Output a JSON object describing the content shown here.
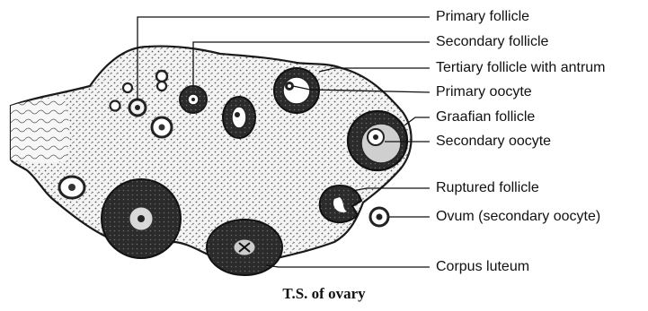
{
  "labels": {
    "primary_follicle": "Primary follicle",
    "secondary_follicle": "Secondary follicle",
    "tertiary_follicle": "Tertiary follicle with antrum",
    "primary_oocyte": "Primary oocyte",
    "graafian_follicle": "Graafian follicle",
    "secondary_oocyte": "Secondary oocyte",
    "ruptured_follicle": "Ruptured follicle",
    "ovum": "Ovum (secondary oocyte)",
    "corpus_luteum": "Corpus luteum"
  },
  "caption": "T.S. of ovary",
  "colors": {
    "ink": "#111111",
    "stroma_dot": "#555555",
    "follicle_dark": "#2a2a2a",
    "background": "#ffffff"
  }
}
